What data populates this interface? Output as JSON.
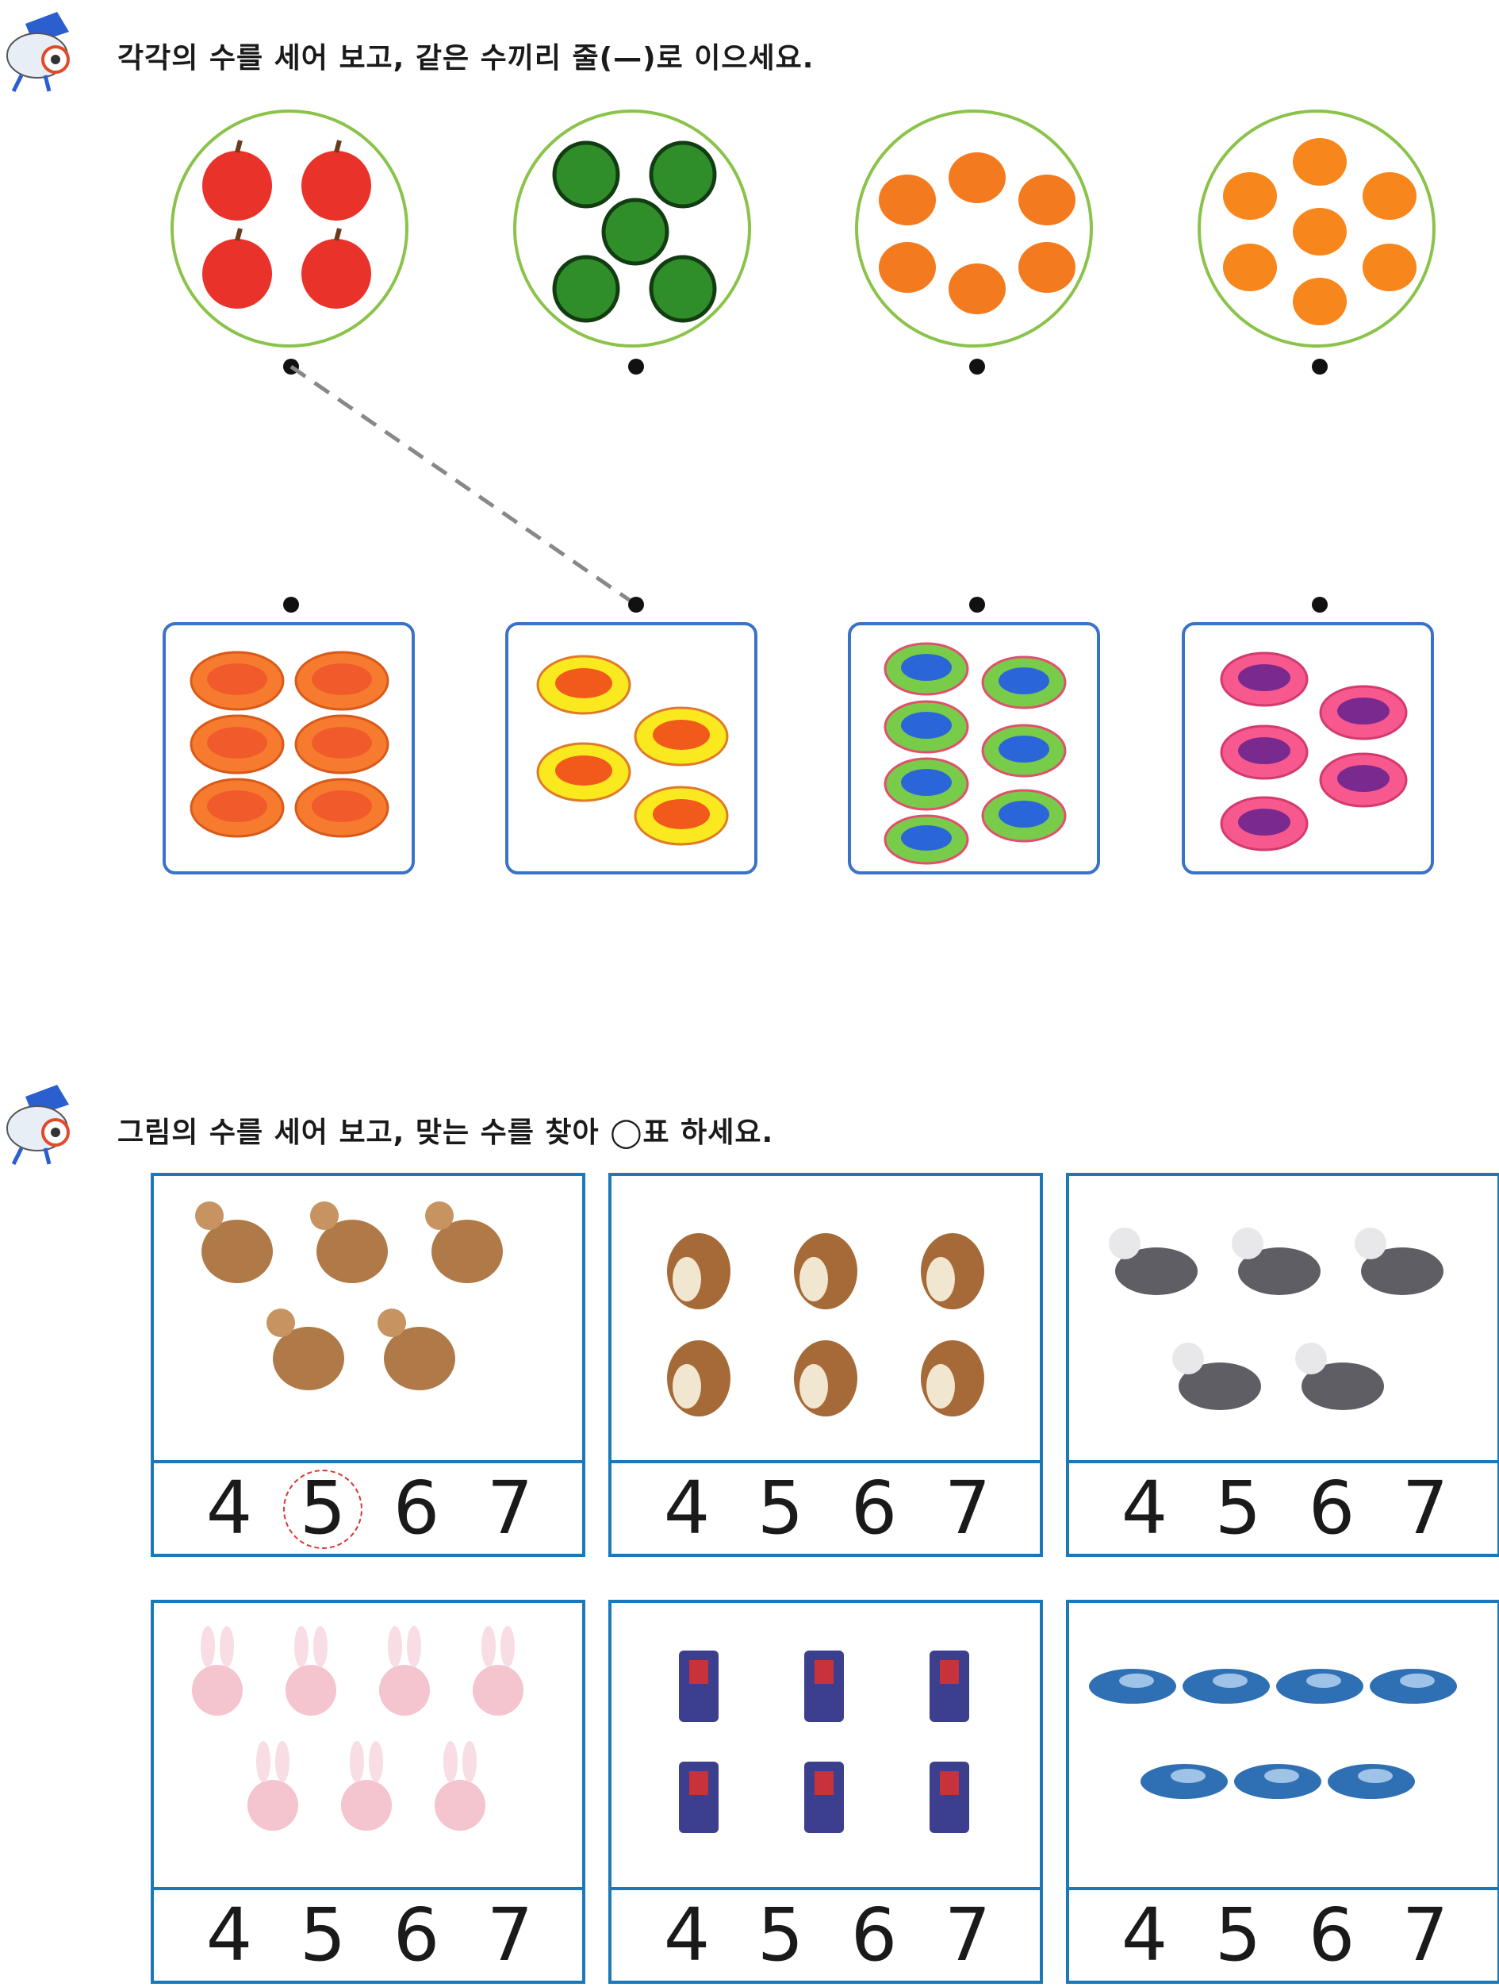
{
  "section1": {
    "instruction": "각각의 수를 세어 보고, 같은 수끼리 줄(—)로 이으세요.",
    "top_groups": [
      {
        "item": "apple",
        "count": 4
      },
      {
        "item": "watermelon",
        "count": 5
      },
      {
        "item": "persimmon",
        "count": 6
      },
      {
        "item": "orange",
        "count": 7
      }
    ],
    "bottom_groups": [
      {
        "item": "plate",
        "count": 6
      },
      {
        "item": "plate",
        "count": 4
      },
      {
        "item": "plate",
        "count": 7
      },
      {
        "item": "plate",
        "count": 5
      }
    ],
    "example_connection": {
      "from_top": 1,
      "to_bottom": 2
    }
  },
  "section2": {
    "instruction": "그림의 수를 세어 보고, 맞는 수를 찾아 ◯표 하세요.",
    "cards": [
      {
        "item": "dog",
        "count": 5,
        "options": [
          "4",
          "5",
          "6",
          "7"
        ],
        "circled": "5"
      },
      {
        "item": "chipmunk",
        "count": 6,
        "options": [
          "4",
          "5",
          "6",
          "7"
        ]
      },
      {
        "item": "cat",
        "count": 5,
        "options": [
          "4",
          "5",
          "6",
          "7"
        ]
      },
      {
        "item": "rabbit",
        "count": 7,
        "options": [
          "4",
          "5",
          "6",
          "7"
        ]
      },
      {
        "item": "robot",
        "count": 6,
        "options": [
          "4",
          "5",
          "6",
          "7"
        ]
      },
      {
        "item": "car",
        "count": 7,
        "options": [
          "4",
          "5",
          "6",
          "7"
        ]
      }
    ]
  },
  "colors": {
    "circle_border": "#8bc34a",
    "box_border": "#3a73c6",
    "card_border": "#1c79b9",
    "answer_circle": "#d93636"
  }
}
